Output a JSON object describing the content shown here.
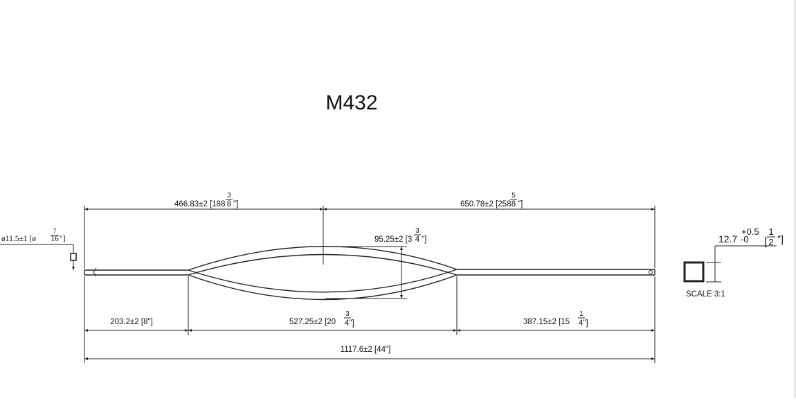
{
  "drawing": {
    "title": "M432",
    "scale_label": "SCALE 3:1"
  },
  "dimensions": {
    "top_left": {
      "main": "466.83±2 [188",
      "frac_num": "3",
      "frac_den": "8",
      "close": "\"]"
    },
    "top_right": {
      "main": "650.78±2 [258",
      "frac_num": "5",
      "frac_den": "8",
      "close": "\"]"
    },
    "height": {
      "main": "95.25±2 [3",
      "frac_num": "3",
      "frac_den": "4",
      "close": "\"]"
    },
    "bottom_left": {
      "main": "203.2±2 [8\"]"
    },
    "bottom_middle": {
      "main": "527.25±2 [20 ",
      "frac_num": "3",
      "frac_den": "4\"]"
    },
    "bottom_right": {
      "main": "387.15±2 [15 ",
      "frac_num": "1",
      "frac_den": "4\"]"
    },
    "overall": {
      "main": "1117.6±2 [44\"]"
    },
    "diameter": {
      "main": "ø11.5±1 [ø",
      "frac_num": "7",
      "frac_den": "16",
      "close": "″]"
    },
    "section": {
      "main": "12.7",
      "tol_plus": "+0.5",
      "tol_minus": "-0",
      "frac_open": "[",
      "frac_num": "1",
      "frac_den": "2",
      "close": "″]"
    }
  }
}
